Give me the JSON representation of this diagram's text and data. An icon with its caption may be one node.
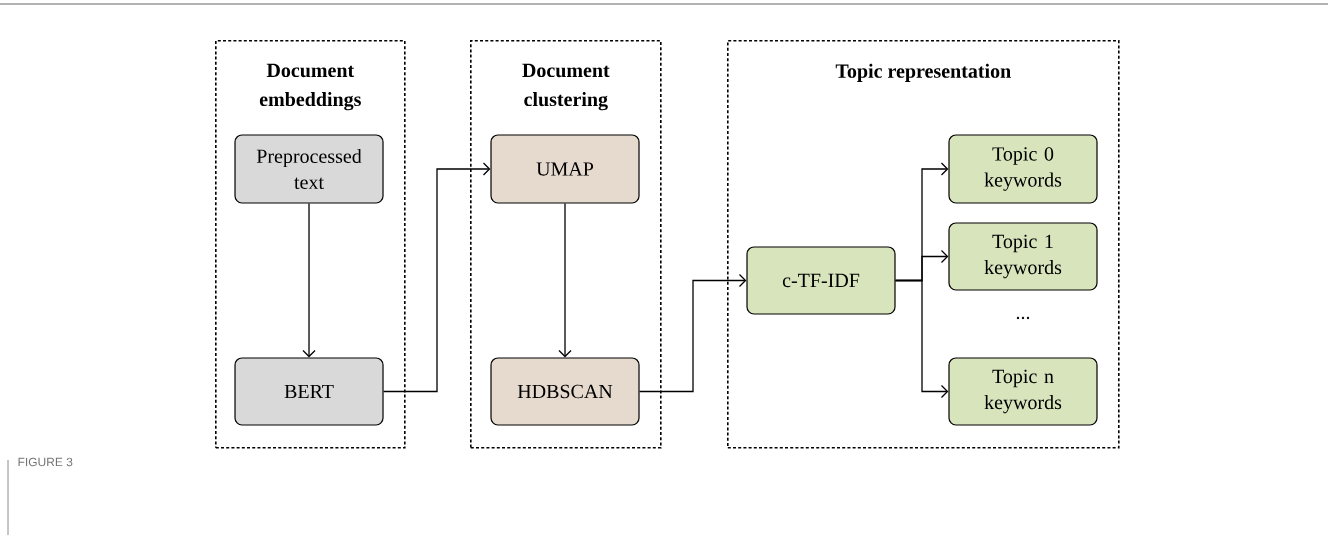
{
  "diagram": {
    "nodes": [
      {
        "text": [
          "Document embeddings"
        ]
      },
      {
        "text": [
          "Preprocessed text"
        ],
        "in": 0
      },
      {
        "text": [
          "BERT"
        ],
        "in": 0
      },
      {
        "text": [
          "Document clustering"
        ]
      },
      {
        "text": [
          "UMAP"
        ],
        "in": 3
      },
      {
        "text": [
          "HDBSCAN"
        ],
        "in": 3
      },
      {
        "text": [
          "Topic representation"
        ]
      },
      {
        "text": [
          "c-TF-IDF"
        ],
        "in": 6
      },
      {
        "text": [
          "Topic 0 keywords"
        ],
        "in": 6
      },
      {
        "text": [
          "Topic 1 keywords"
        ],
        "in": 6
      },
      {
        "text": [
          "Topic n keywords"
        ],
        "in": 6
      }
    ],
    "edges": [
      {
        "from": 1,
        "to": 2,
        "arrow": "to"
      },
      {
        "from": 2,
        "to": 4,
        "arrow": "to"
      },
      {
        "from": 4,
        "to": 5,
        "arrow": "to"
      },
      {
        "from": 5,
        "to": 7,
        "arrow": "to"
      },
      {
        "from": 7,
        "to": 8,
        "arrow": "to"
      },
      {
        "from": 7,
        "to": 9,
        "arrow": "to"
      },
      {
        "from": 7,
        "to": 10,
        "arrow": "to"
      }
    ],
    "labels": [
      "...",
      "FIGURE 3"
    ]
  }
}
